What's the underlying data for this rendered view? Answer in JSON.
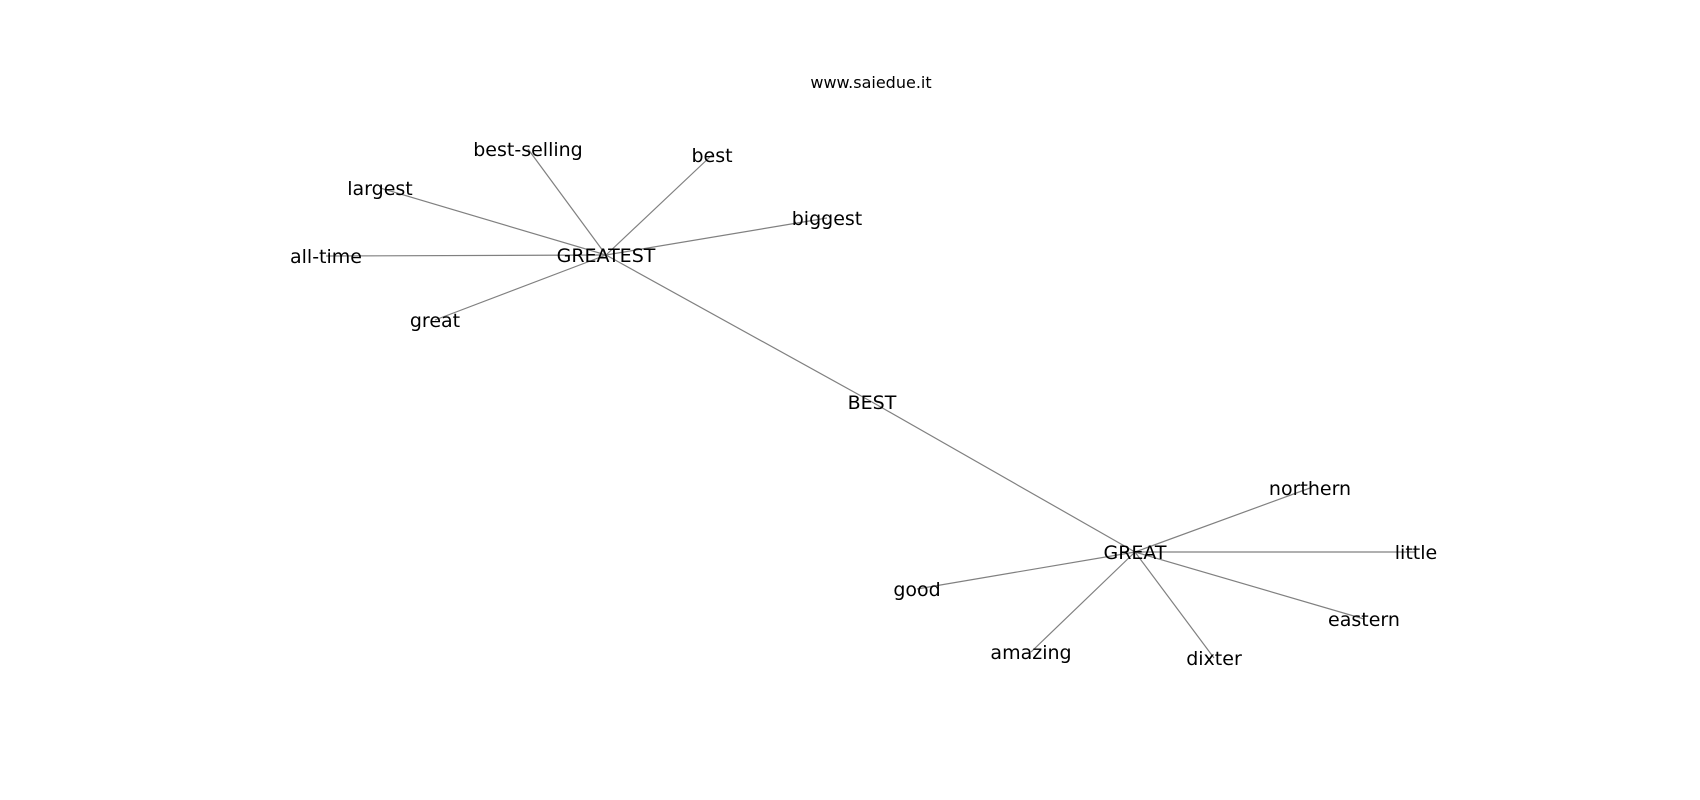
{
  "watermark": "www.saiedue.it",
  "edge_color": "#808080",
  "text_color": "#000000",
  "nodes": [
    {
      "id": "BEST",
      "label": "BEST"
    },
    {
      "id": "GREATEST",
      "label": "GREATEST"
    },
    {
      "id": "GREAT",
      "label": "GREAT"
    },
    {
      "id": "best-selling",
      "label": "best-selling"
    },
    {
      "id": "best",
      "label": "best"
    },
    {
      "id": "largest",
      "label": "largest"
    },
    {
      "id": "biggest",
      "label": "biggest"
    },
    {
      "id": "all-time",
      "label": "all-time"
    },
    {
      "id": "great",
      "label": "great"
    },
    {
      "id": "northern",
      "label": "northern"
    },
    {
      "id": "little",
      "label": "little"
    },
    {
      "id": "good",
      "label": "good"
    },
    {
      "id": "eastern",
      "label": "eastern"
    },
    {
      "id": "amazing",
      "label": "amazing"
    },
    {
      "id": "dixter",
      "label": "dixter"
    }
  ],
  "edges": [
    [
      "GREATEST",
      "BEST"
    ],
    [
      "BEST",
      "GREAT"
    ],
    [
      "GREATEST",
      "best-selling"
    ],
    [
      "GREATEST",
      "best"
    ],
    [
      "GREATEST",
      "largest"
    ],
    [
      "GREATEST",
      "biggest"
    ],
    [
      "GREATEST",
      "all-time"
    ],
    [
      "GREATEST",
      "great"
    ],
    [
      "GREAT",
      "northern"
    ],
    [
      "GREAT",
      "little"
    ],
    [
      "GREAT",
      "good"
    ],
    [
      "GREAT",
      "eastern"
    ],
    [
      "GREAT",
      "amazing"
    ],
    [
      "GREAT",
      "dixter"
    ]
  ]
}
